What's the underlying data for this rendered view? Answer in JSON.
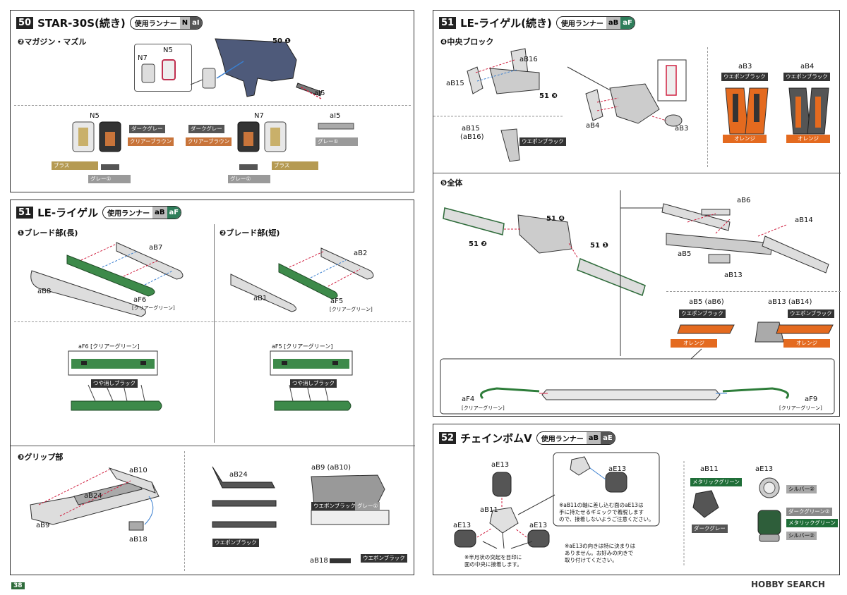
{
  "runner_label": "使用ランナー",
  "panel50": {
    "step": "50",
    "title": "STAR-30S(続き)",
    "runners": [
      "N",
      "aI"
    ],
    "section2": "❷マガジン・マズル",
    "ref": "50 ❶",
    "parts": {
      "n7": "N7",
      "n5": "N5",
      "ai5": "aI5"
    },
    "colors": {
      "n5_title": "N5",
      "n7_title": "N7",
      "ai5_title": "aI5",
      "dark_gray": "ダークグレー",
      "clear_brown": "クリアーブラウン",
      "brass": "ブラス",
      "gray1": "グレー①",
      "dark_gray_2": "ダークグレー",
      "clear_brown_2": "クリアーブラウン",
      "brass_2": "ブラス",
      "gray1_2": "グレー①",
      "gray1_3": "グレー①"
    }
  },
  "panel51a": {
    "step": "51",
    "title": "LE-ライゲル",
    "runners": [
      "aB",
      "aF"
    ],
    "section1": "❶ブレード部(長)",
    "section2": "❷ブレード部(短)",
    "section3": "❸グリップ部",
    "parts": {
      "ab7": "aB7",
      "ab8": "aB8",
      "af6": "aF6",
      "af6_c": "[クリアーグリーン]",
      "ab2": "aB2",
      "ab1": "aB1",
      "af5": "aF5",
      "af5_c": "[クリアーグリーン]",
      "af6_d": "aF6 [クリアーグリーン]",
      "af5_d": "aF5 [クリアーグリーン]",
      "matte_black": "つや消しブラック",
      "matte_black_2": "つや消しブラック",
      "ab10": "aB10",
      "ab24": "aB24",
      "ab9": "aB9",
      "ab18": "aB18",
      "ab24_d": "aB24",
      "weapon_black": "ウエポンブラック",
      "ab9_d": "aB9 (aB10)",
      "weapon_black_2": "ウエポンブラック",
      "gray1": "グレー①",
      "ab18_d": "aB18",
      "weapon_black_3": "ウエポンブラック"
    }
  },
  "panel51b": {
    "step": "51",
    "title": "LE-ライゲル(続き)",
    "runners": [
      "aB",
      "aF"
    ],
    "section4": "❹中央ブロック",
    "section5": "❺全体",
    "parts": {
      "ab16": "aB16",
      "ab15": "aB15",
      "ref3": "51 ❸",
      "ab15_d": "aB15",
      "ab16_d": "(aB16)",
      "weapon_black": "ウエポンブラック",
      "ab4": "aB4",
      "ab3": "aB3",
      "ab3_d": "aB3",
      "ab4_d": "aB4",
      "weapon_black_2": "ウエポンブラック",
      "weapon_black_3": "ウエポンブラック",
      "orange": "オレンジ",
      "orange_2": "オレンジ",
      "ref2": "51 ❷",
      "ref4": "51 ❹",
      "ref1": "51 ❶",
      "ab6": "aB6",
      "ab14": "aB14",
      "ab5": "aB5",
      "ab13": "aB13",
      "ab5_d": "aB5 (aB6)",
      "ab13_d": "aB13 (aB14)",
      "weapon_black_4": "ウエポンブラック",
      "weapon_black_5": "ウエポンブラック",
      "orange_3": "オレンジ",
      "orange_4": "オレンジ",
      "af4": "aF4",
      "af4_c": "[クリアーグリーン]",
      "af9": "aF9",
      "af9_c": "[クリアーグリーン]"
    }
  },
  "panel52": {
    "step": "52",
    "title": "チェインボムV",
    "runners": [
      "aB",
      "aE"
    ],
    "parts": {
      "ae13_a": "aE13",
      "ab11": "aB11",
      "ae13_b": "aE13",
      "ae13_c": "aE13",
      "ae13_d": "aE13",
      "ab11_d": "aB11",
      "ae13_e": "aE13",
      "metallic_green": "メタリックグリーン",
      "dark_gray": "ダークグレー",
      "silver2": "シルバー②",
      "dark_green2": "ダークグリーン②",
      "metallic_green_2": "メタリックグリーン",
      "silver2_2": "シルバー②"
    },
    "notes": {
      "n1": [
        "※aB11の軸に差し込む面のaE13は",
        "手に持たせるギミックで着脱します",
        "ので、接着しないようご注意ください。"
      ],
      "n2": [
        "※aE13の向きは特に決まりは",
        "ありません。お好みの向きで",
        "取り付けてください。"
      ],
      "n3": [
        "※半月状の突起を目印に",
        "面の中央に接着します。"
      ]
    }
  },
  "footer": {
    "page": "38",
    "watermark": "HOBBY SEARCH"
  }
}
